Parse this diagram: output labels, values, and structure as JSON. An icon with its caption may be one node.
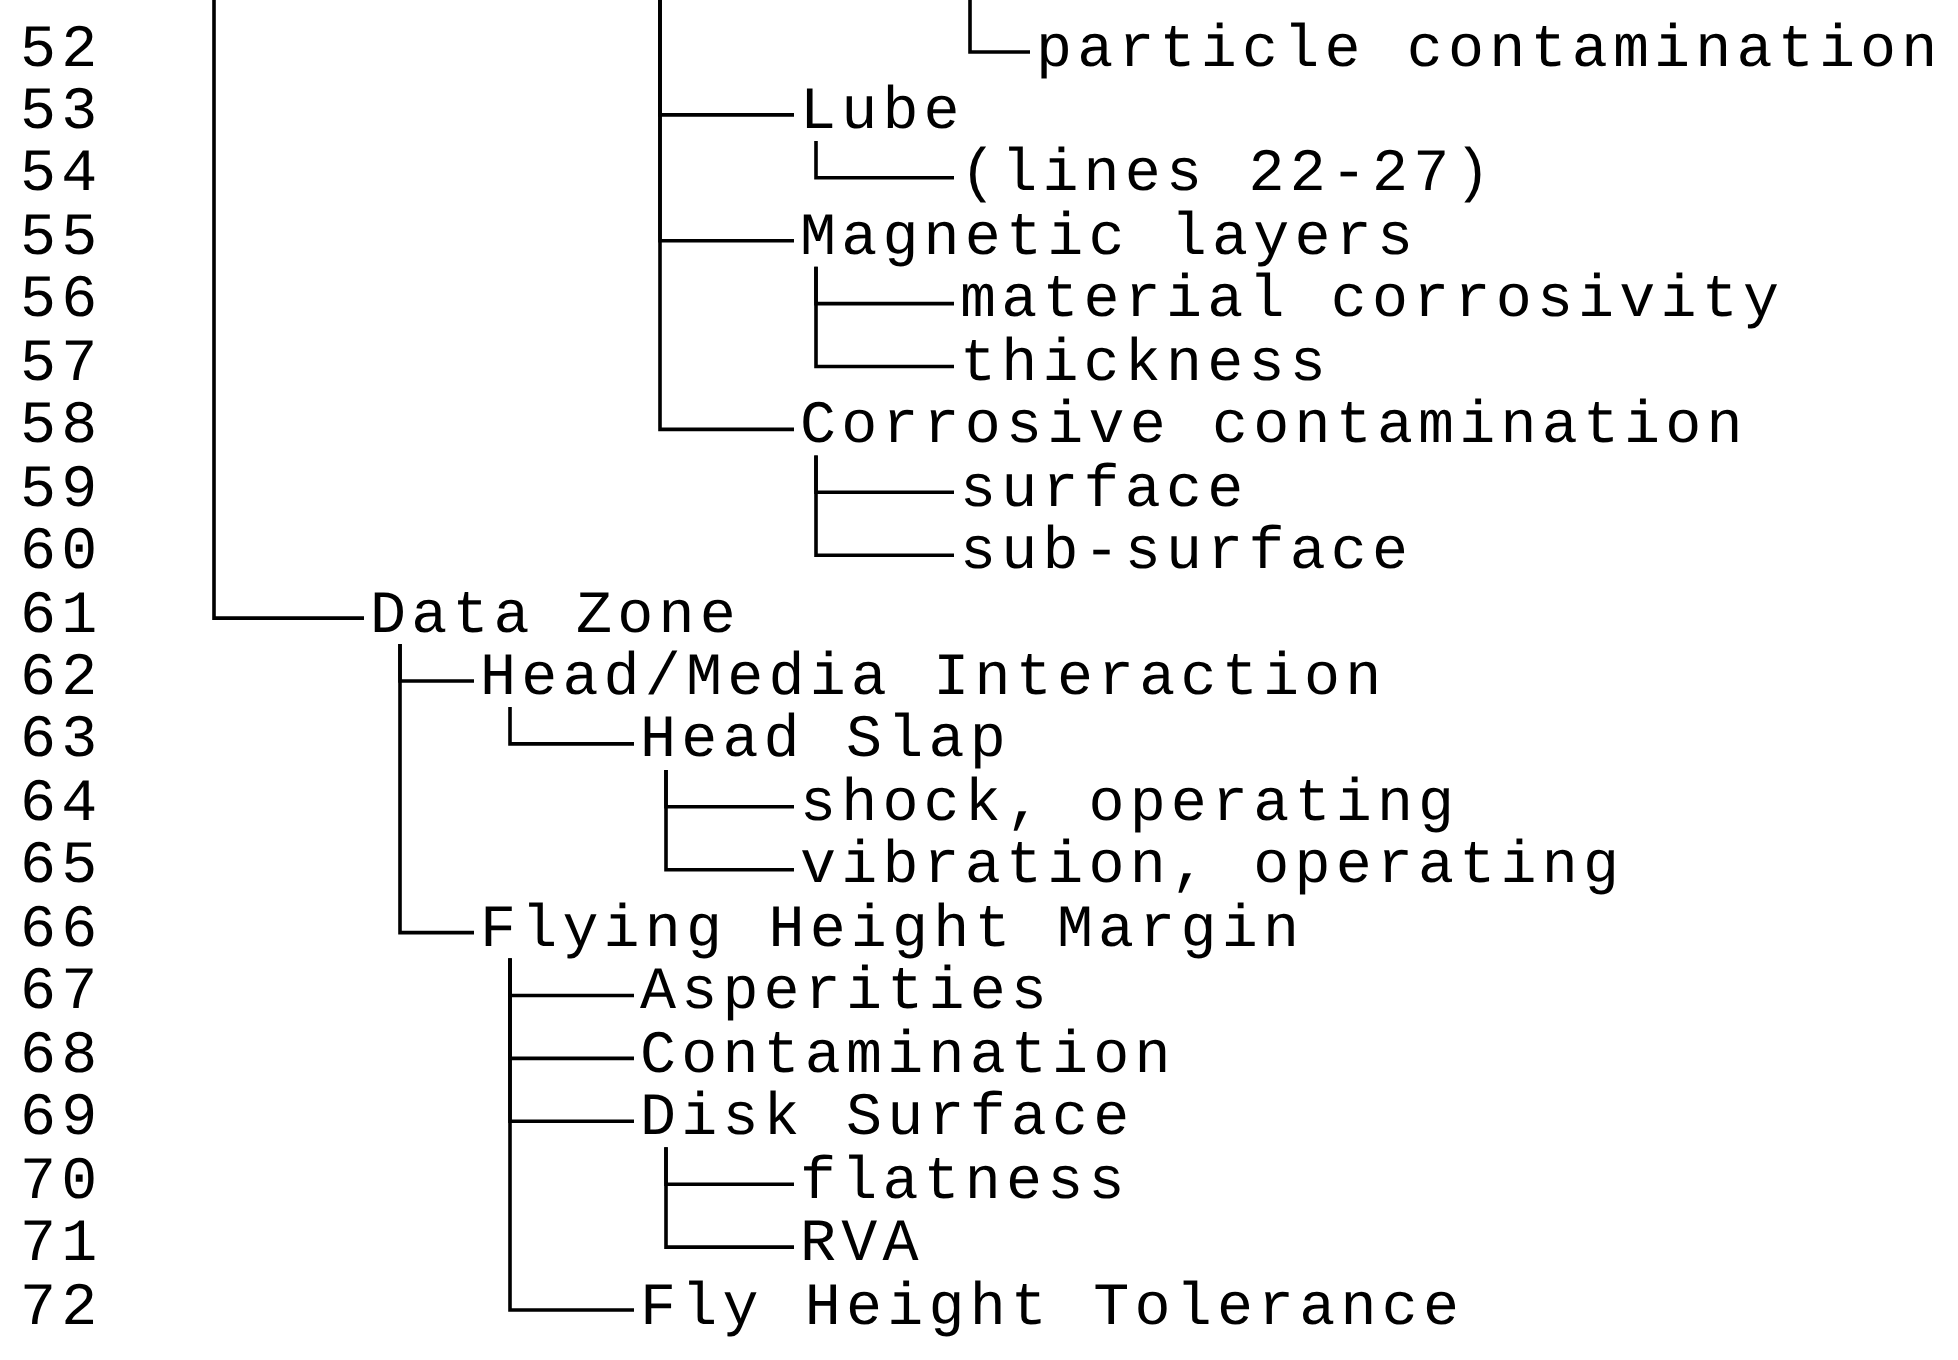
{
  "diagram": {
    "nodes": [
      {
        "text": [
          "particle contamination"
        ]
      },
      {
        "text": [
          "Lube"
        ]
      },
      {
        "text": [
          "(lines 22-27)"
        ]
      },
      {
        "text": [
          "Magnetic layers"
        ]
      },
      {
        "text": [
          "material corrosivity"
        ]
      },
      {
        "text": [
          "thickness"
        ]
      },
      {
        "text": [
          "Corrosive contamination"
        ]
      },
      {
        "text": [
          "surface"
        ]
      },
      {
        "text": [
          "sub-surface"
        ]
      },
      {
        "text": [
          "Data Zone"
        ]
      },
      {
        "text": [
          "Head/Media Interaction"
        ]
      },
      {
        "text": [
          "Head Slap"
        ]
      },
      {
        "text": [
          "shock, operating"
        ]
      },
      {
        "text": [
          "vibration, operating"
        ]
      },
      {
        "text": [
          "Flying Height Margin"
        ]
      },
      {
        "text": [
          "Asperities"
        ]
      },
      {
        "text": [
          "Contamination"
        ]
      },
      {
        "text": [
          "Disk Surface"
        ]
      },
      {
        "text": [
          "flatness"
        ]
      },
      {
        "text": [
          "RVA"
        ]
      },
      {
        "text": [
          "Fly Height Tolerance"
        ]
      }
    ],
    "edges": [
      {
        "from": null,
        "to": 0,
        "arrow": "none"
      },
      {
        "from": null,
        "to": 1,
        "arrow": "none"
      },
      {
        "from": 1,
        "to": 2,
        "arrow": "none"
      },
      {
        "from": null,
        "to": 3,
        "arrow": "none"
      },
      {
        "from": 3,
        "to": 4,
        "arrow": "none"
      },
      {
        "from": 3,
        "to": 5,
        "arrow": "none"
      },
      {
        "from": null,
        "to": 6,
        "arrow": "none"
      },
      {
        "from": 6,
        "to": 7,
        "arrow": "none"
      },
      {
        "from": 6,
        "to": 8,
        "arrow": "none"
      },
      {
        "from": null,
        "to": 9,
        "arrow": "none"
      },
      {
        "from": 9,
        "to": 10,
        "arrow": "none"
      },
      {
        "from": 10,
        "to": 11,
        "arrow": "none"
      },
      {
        "from": 11,
        "to": 12,
        "arrow": "none"
      },
      {
        "from": 11,
        "to": 13,
        "arrow": "none"
      },
      {
        "from": 9,
        "to": 14,
        "arrow": "none"
      },
      {
        "from": 14,
        "to": 15,
        "arrow": "none"
      },
      {
        "from": 14,
        "to": 16,
        "arrow": "none"
      },
      {
        "from": 14,
        "to": 17,
        "arrow": "none"
      },
      {
        "from": 17,
        "to": 18,
        "arrow": "none"
      },
      {
        "from": 17,
        "to": 19,
        "arrow": "none"
      },
      {
        "from": 14,
        "to": 20,
        "arrow": "none"
      }
    ],
    "labels": [
      "52",
      "53",
      "54",
      "55",
      "56",
      "57",
      "58",
      "59",
      "60",
      "61",
      "62",
      "63",
      "64",
      "65",
      "66",
      "67",
      "68",
      "69",
      "70",
      "71",
      "72"
    ]
  }
}
